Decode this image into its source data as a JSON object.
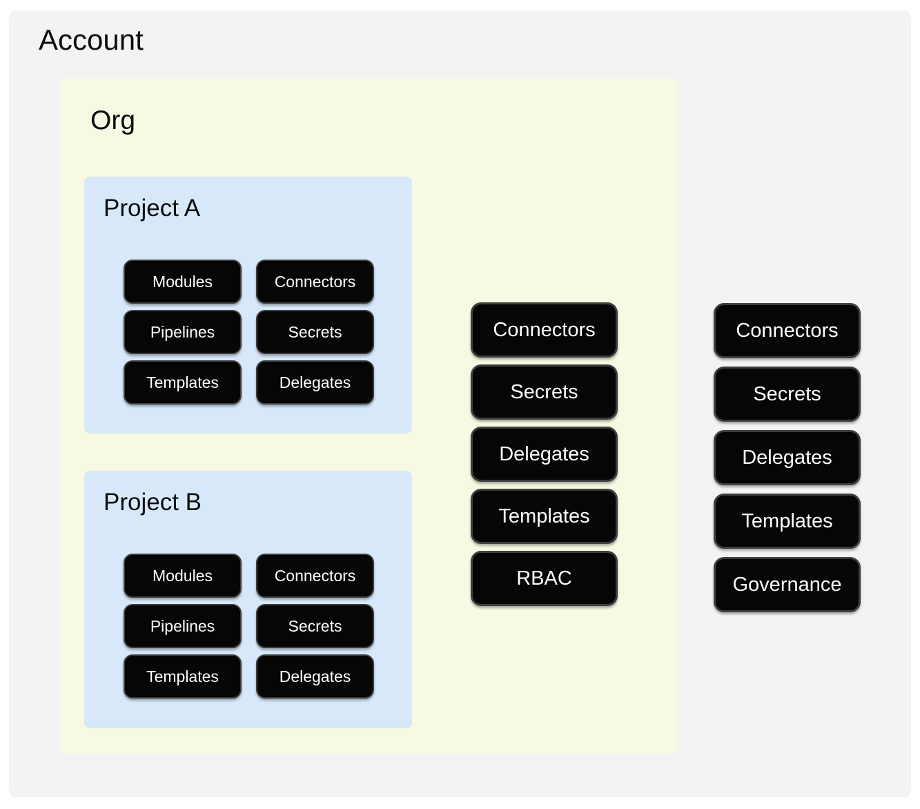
{
  "account": {
    "title": "Account",
    "chips": [
      "Connectors",
      "Secrets",
      "Delegates",
      "Templates",
      "Governance"
    ],
    "org": {
      "title": "Org",
      "chips": [
        "Connectors",
        "Secrets",
        "Delegates",
        "Templates",
        "RBAC"
      ],
      "projects": [
        {
          "title": "Project A",
          "chips": [
            "Modules",
            "Connectors",
            "Pipelines",
            "Secrets",
            "Templates",
            "Delegates"
          ]
        },
        {
          "title": "Project B",
          "chips": [
            "Modules",
            "Connectors",
            "Pipelines",
            "Secrets",
            "Templates",
            "Delegates"
          ]
        }
      ]
    }
  },
  "colors": {
    "page_bg": "#ffffff",
    "account_bg": "#f3f3f4",
    "org_bg": "#f7f9e3",
    "project_bg": "#d7e8fa",
    "chip_bg": "#060606",
    "chip_border": "#3e3e3e",
    "chip_text": "#ffffff",
    "title_text": "#0c0c0c"
  }
}
